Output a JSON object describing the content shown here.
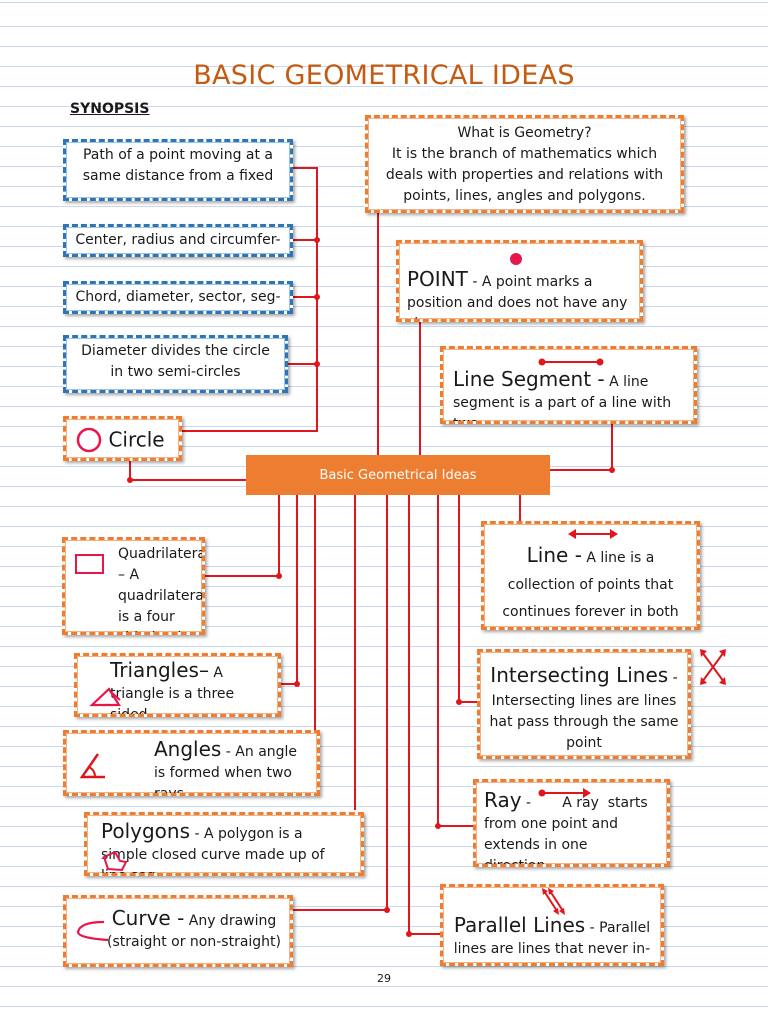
{
  "title": "BASIC GEOMETRICAL IDEAS",
  "synopsis": "SYNOPSIS",
  "central": "Basic Geometrical Ideas",
  "circle_notes": {
    "n1": "Path of a point moving at a same distance from a fixed",
    "n2": "Center, radius and circumfer-",
    "n3": "Chord, diameter, sector, seg-",
    "n4": "Diameter divides the circle in two semi-circles"
  },
  "circle": {
    "label": "Circle"
  },
  "geometry": {
    "q": "What is Geometry?",
    "a": "It is the branch of mathematics which deals with properties and relations with points, lines, angles and polygons."
  },
  "point": {
    "label": "POINT",
    "text": " - A point marks a position and does not have any size."
  },
  "segment": {
    "label": "Line Segment -",
    "text": " A line segment is a part of a line with two"
  },
  "line": {
    "label": "Line -",
    "text": " A line is a collection of points that continues forever in both directions"
  },
  "intersecting": {
    "label": "Intersecting Lines",
    "dash": " -",
    "text": "Intersecting lines are lines hat pass through the same point"
  },
  "ray": {
    "label": "Ray",
    "text": " -       A ray  starts from one point and extends in one    direction"
  },
  "parallel": {
    "label": "Parallel Lines",
    "text": " - Parallel lines are lines that never in-"
  },
  "quad": {
    "text": "Quadrilateral – A quadrilateral is a four sided     pol-"
  },
  "triangles": {
    "label": "Triangles–",
    "text": " A triangle is a three sided"
  },
  "angles": {
    "label": "Angles",
    "text": " - An angle is formed when two rays"
  },
  "polygons": {
    "label": "Polygons",
    "text": " - A polygon is a simple closed curve made up of line seg-"
  },
  "curve": {
    "label": "Curve -",
    "text": " Any drawing (straight or non-straight)"
  },
  "page_number": "29",
  "colors": {
    "connector": "#e0161d",
    "orange": "#ed7d31",
    "blue": "#2e75b6",
    "title": "#c55a11",
    "icon": "#e8174a"
  }
}
